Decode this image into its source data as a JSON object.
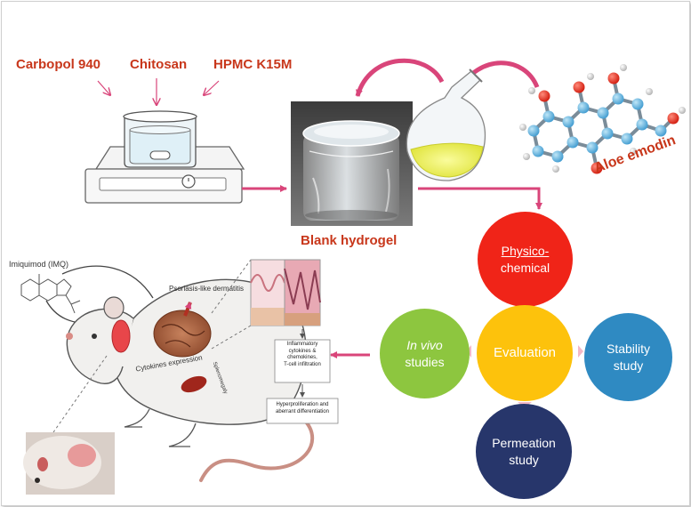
{
  "polymers": [
    "Carbopol 940",
    "Chitosan",
    "HPMC K15M"
  ],
  "drug_label": "Aloe emodin",
  "hydrogel_label": "Blank hydrogel",
  "evaluation": {
    "center": "Evaluation",
    "physicochemical_line1": "Physico-",
    "physicochemical_line2": "chemical",
    "invivo_line1": "In vivo",
    "invivo_line2": "studies",
    "stability_line1": "Stability",
    "stability_line2": "study",
    "permeation_line1": "Permeation",
    "permeation_line2": "study"
  },
  "mouse_panel": {
    "imq_label": "Imiquimod (IMQ)",
    "psoriasis_label": "Psoriasis-like dermatitis",
    "cytokines_label": "Cytokines expression",
    "spleen_label": "Splenomegaly",
    "flow_step1": [
      "Inflammatory",
      "cytokines &",
      "chemokines,",
      "T-cell infiltration"
    ],
    "flow_step2": [
      "Hyperproliferation and",
      "aberrant differentiation"
    ]
  },
  "colors": {
    "accent_arrow": "#d9457a",
    "polymer_text": "#c8371b",
    "physicochemical": "#f02418",
    "evaluation": "#fdc20c",
    "invivo": "#8dc63f",
    "stability": "#2f8ac2",
    "permeation": "#27366b"
  }
}
